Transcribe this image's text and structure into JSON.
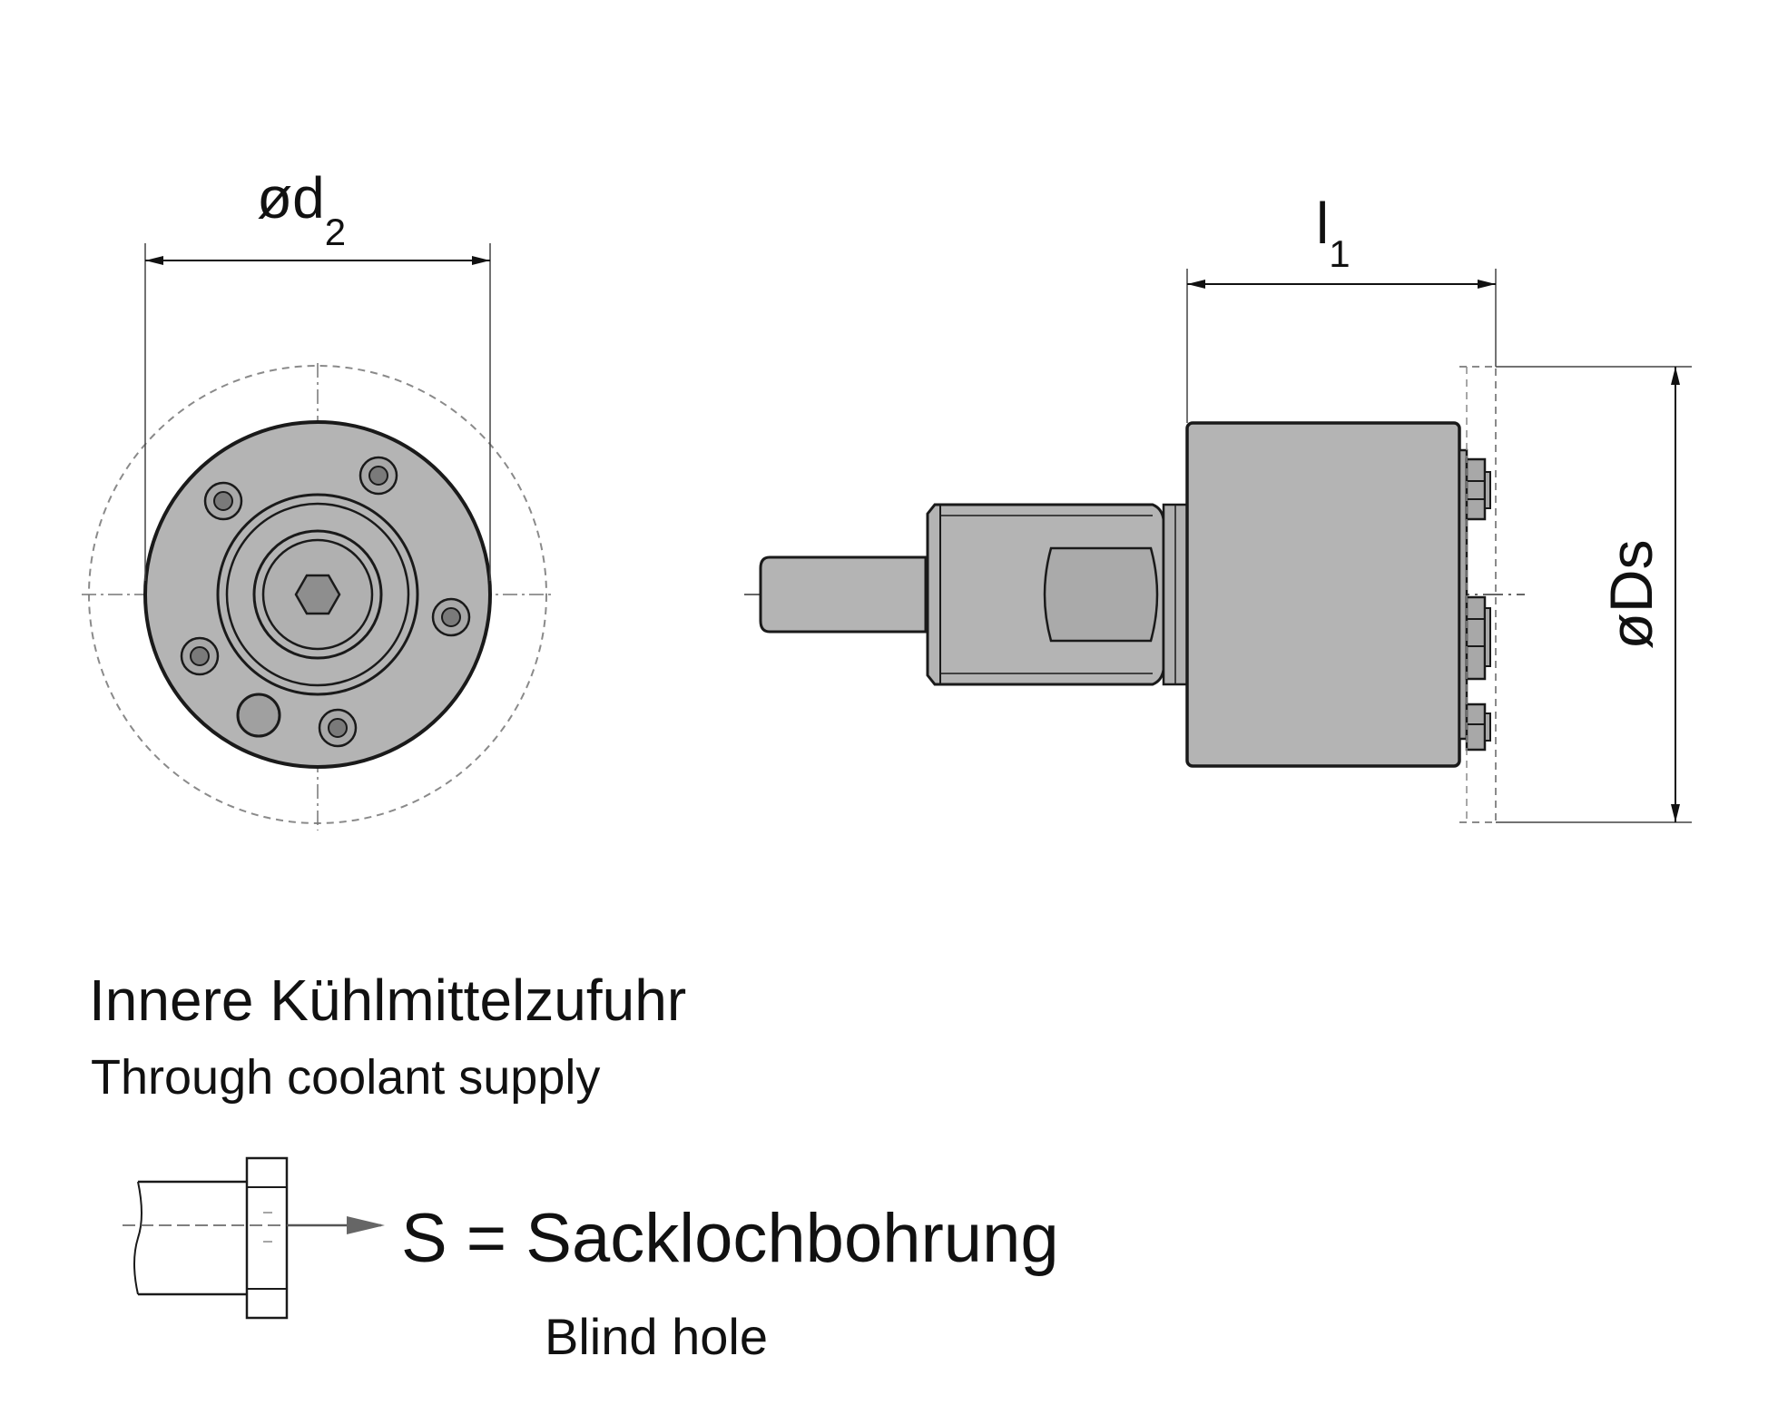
{
  "dimensions": {
    "d2": {
      "main": "ød",
      "sub": "2"
    },
    "l1": {
      "main": "l",
      "sub": "1"
    },
    "ds": {
      "text": "øDs"
    }
  },
  "legend": {
    "title_de": "Innere Kühlmittelzufuhr",
    "title_en": "Through coolant supply",
    "symbol_de": "S = Sacklochbohrung",
    "symbol_en": "Blind hole"
  },
  "colors": {
    "body": "#b4b4b4",
    "outline": "#1a1a1a",
    "dashed": "#8a8a8a"
  }
}
